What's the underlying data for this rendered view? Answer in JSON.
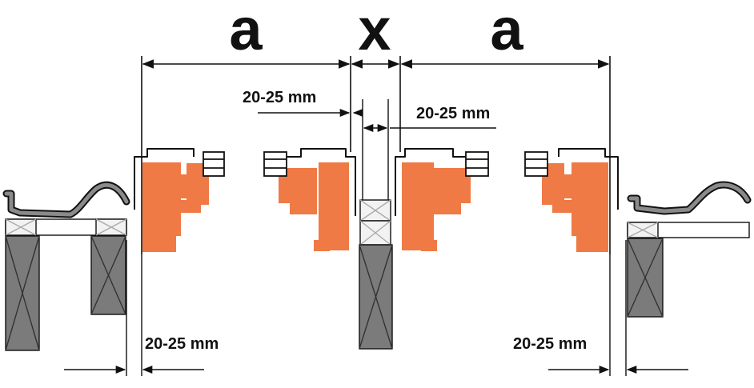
{
  "labels": {
    "left_span": "a",
    "center_span": "x",
    "right_span": "a"
  },
  "dimensions": {
    "upper_left_gap": "20-25 mm",
    "upper_right_gap": "20-25 mm",
    "lower_left_gap": "20-25 mm",
    "lower_right_gap": "20-25 mm"
  },
  "colors": {
    "frame_profile": "#ef7a45",
    "batten": "#7b7b7b",
    "counter_batten": "#f2f2f2",
    "line": "#111111",
    "tile": "#ffffff"
  }
}
